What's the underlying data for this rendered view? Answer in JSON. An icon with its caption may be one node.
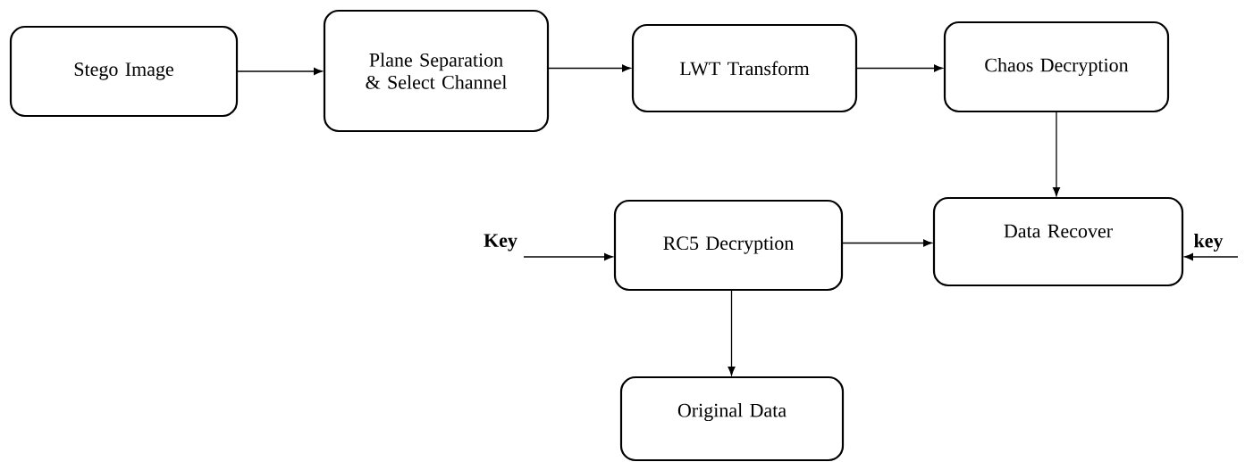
{
  "diagram": {
    "nodes": [
      {
        "text": [
          "Stego Image"
        ]
      },
      {
        "text": [
          "Plane Separation & Select Channel"
        ]
      },
      {
        "text": [
          "LWT Transform"
        ]
      },
      {
        "text": [
          "Chaos Decryption"
        ]
      },
      {
        "text": [
          "Data Recover"
        ]
      },
      {
        "text": [
          "RC5 Decryption"
        ]
      },
      {
        "text": [
          "Original Data"
        ]
      },
      {
        "text": [
          "Key"
        ]
      },
      {
        "text": [
          "key"
        ]
      }
    ],
    "edges": [
      {
        "from": 0,
        "to": 1,
        "arrow": "to"
      },
      {
        "from": 1,
        "to": 2,
        "arrow": "to"
      },
      {
        "from": 2,
        "to": 3,
        "arrow": "to"
      },
      {
        "from": 3,
        "to": 4,
        "arrow": "to"
      },
      {
        "from": 5,
        "to": 4,
        "arrow": "to"
      },
      {
        "from": 7,
        "to": 5,
        "arrow": "to"
      },
      {
        "from": 8,
        "to": 4,
        "arrow": "to"
      },
      {
        "from": 5,
        "to": 6,
        "arrow": "to"
      }
    ]
  }
}
